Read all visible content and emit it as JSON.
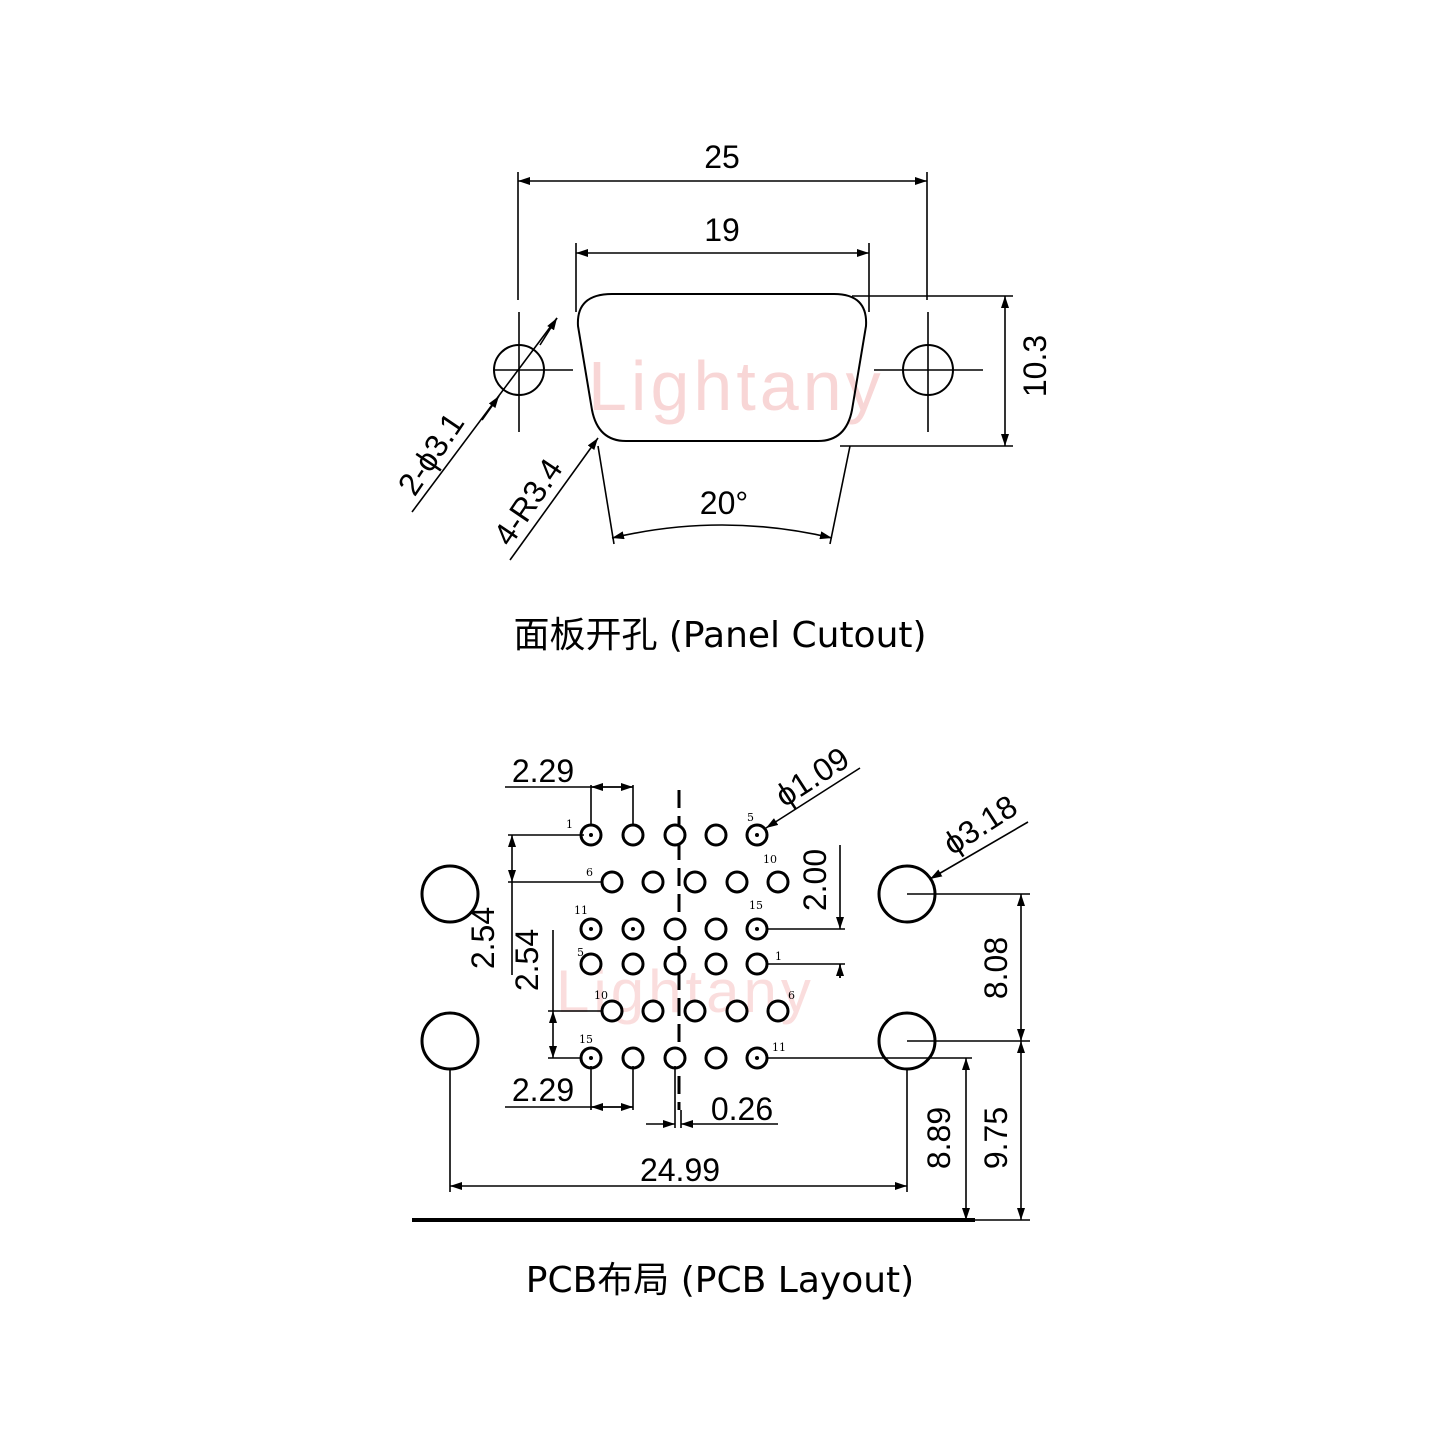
{
  "watermark": "Lightany",
  "panel": {
    "title": "面板开孔 (Panel Cutout)",
    "dim_overall_width": "25",
    "dim_opening_width": "19",
    "dim_height": "10.3",
    "dim_mount_hole": "2-ϕ3.1",
    "dim_corner_radius": "4-R3.4",
    "dim_angle": "20°"
  },
  "pcb": {
    "title": "PCB布局 (PCB Layout)",
    "dim_pitch_top": "2.29",
    "dim_pitch_bottom": "2.29",
    "dim_pin_dia": "ϕ1.09",
    "dim_mount_dia": "ϕ3.18",
    "dim_row_gap": "2.00",
    "dim_row_pitch_upper": "2.54",
    "dim_row_pitch_lower": "2.54",
    "dim_offset": "0.26",
    "dim_hole_span": "24.99",
    "dim_hole_spacing": "8.08",
    "dim_edge_to_pins": "8.89",
    "dim_edge_to_hole": "9.75",
    "pin_labels": {
      "top_r1_left": "1",
      "top_r1_right": "5",
      "top_r2_left": "6",
      "top_r2_right": "10",
      "top_r3_left": "11",
      "top_r3_right": "15",
      "bot_r1_left": "5",
      "bot_r1_right": "1",
      "bot_r2_left": "10",
      "bot_r2_right": "6",
      "bot_r3_left": "15",
      "bot_r3_right": "11"
    }
  }
}
